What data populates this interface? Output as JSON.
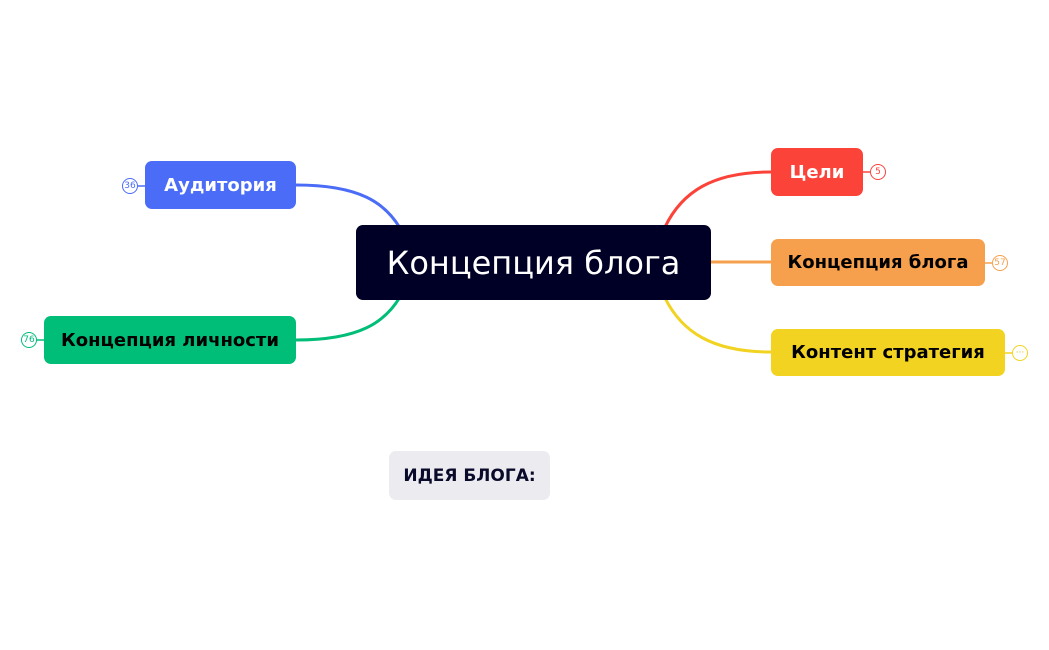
{
  "root": {
    "label": "Концепция блога",
    "color": "#000026"
  },
  "branches": [
    {
      "label": "Аудитория",
      "count": "36",
      "color": "#4a6cf7",
      "text_color": "#ffffff"
    },
    {
      "label": "Концепция личности",
      "count": "76",
      "color": "#00bd78",
      "text_color": "#000000"
    },
    {
      "label": "Цели",
      "count": "5",
      "color": "#fb433a",
      "text_color": "#ffffff"
    },
    {
      "label": "Концепция блога",
      "count": "57",
      "color": "#f6a04e",
      "text_color": "#000000"
    },
    {
      "label": "Контент стратегия",
      "count": "···",
      "color": "#f2d321",
      "text_color": "#000000"
    }
  ],
  "note": {
    "label": "ИДЕЯ БЛОГА:"
  }
}
